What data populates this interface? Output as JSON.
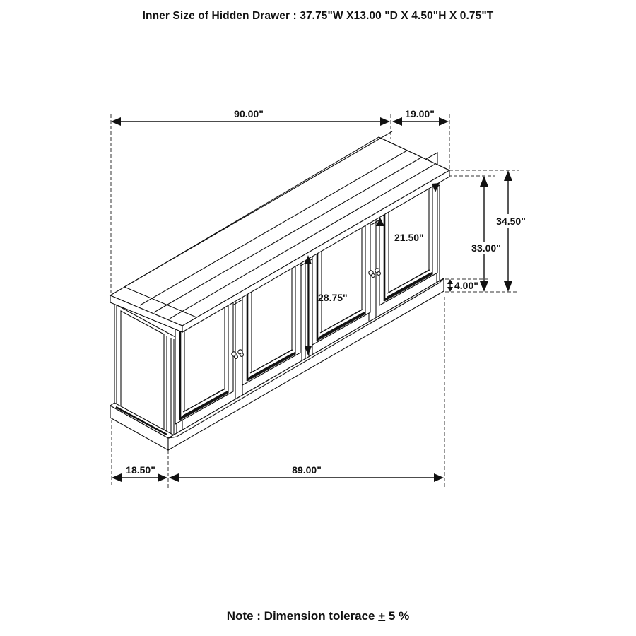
{
  "header": {
    "title": "Inner Size of Hidden Drawer : 37.75\"W X13.00 \"D X 4.50\"H X 0.75\"T"
  },
  "dimensions": {
    "overall_width": "90.00\"",
    "overall_depth": "19.00\"",
    "overall_height": "34.50\"",
    "body_height": "33.00\"",
    "base_height": "4.00\"",
    "door_height": "28.75\"",
    "door_width": "21.50\"",
    "base_depth": "18.50\"",
    "base_width": "89.00\""
  },
  "drawing": {
    "subject": "four-door sideboard cabinet, isometric line drawing",
    "door_count": 4,
    "line_color": "#111111",
    "background": "#ffffff"
  },
  "footer": {
    "note_prefix": "Note : Dimension tolerace ",
    "note_pm": "+",
    "note_suffix": " 5 %"
  }
}
